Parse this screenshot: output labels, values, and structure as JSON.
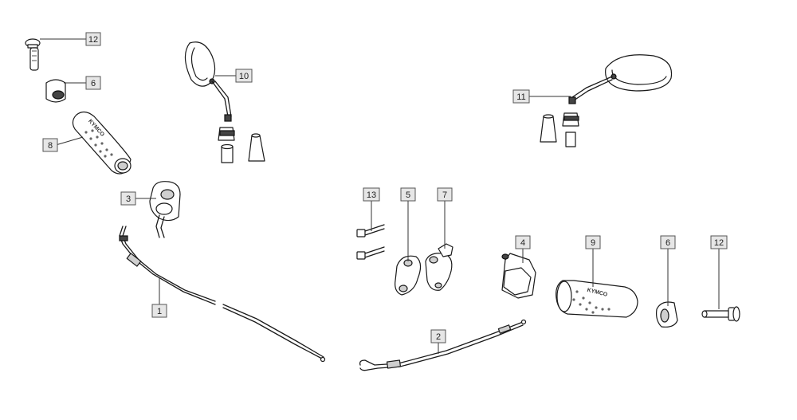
{
  "callouts": [
    {
      "id": "12a",
      "number": "12"
    },
    {
      "id": "6a",
      "number": "6"
    },
    {
      "id": "8",
      "number": "8"
    },
    {
      "id": "10",
      "number": "10"
    },
    {
      "id": "11",
      "number": "11"
    },
    {
      "id": "3",
      "number": "3"
    },
    {
      "id": "1",
      "number": "1"
    },
    {
      "id": "13",
      "number": "13"
    },
    {
      "id": "5",
      "number": "5"
    },
    {
      "id": "7",
      "number": "7"
    },
    {
      "id": "4",
      "number": "4"
    },
    {
      "id": "9",
      "number": "9"
    },
    {
      "id": "6b",
      "number": "6"
    },
    {
      "id": "12b",
      "number": "12"
    },
    {
      "id": "2",
      "number": "2"
    }
  ],
  "grip_brand_text": "KYMCO",
  "colors": {
    "line": "#1a1a1a",
    "label_fill": "#e6e6e6",
    "label_border": "#555555",
    "background": "#ffffff"
  }
}
